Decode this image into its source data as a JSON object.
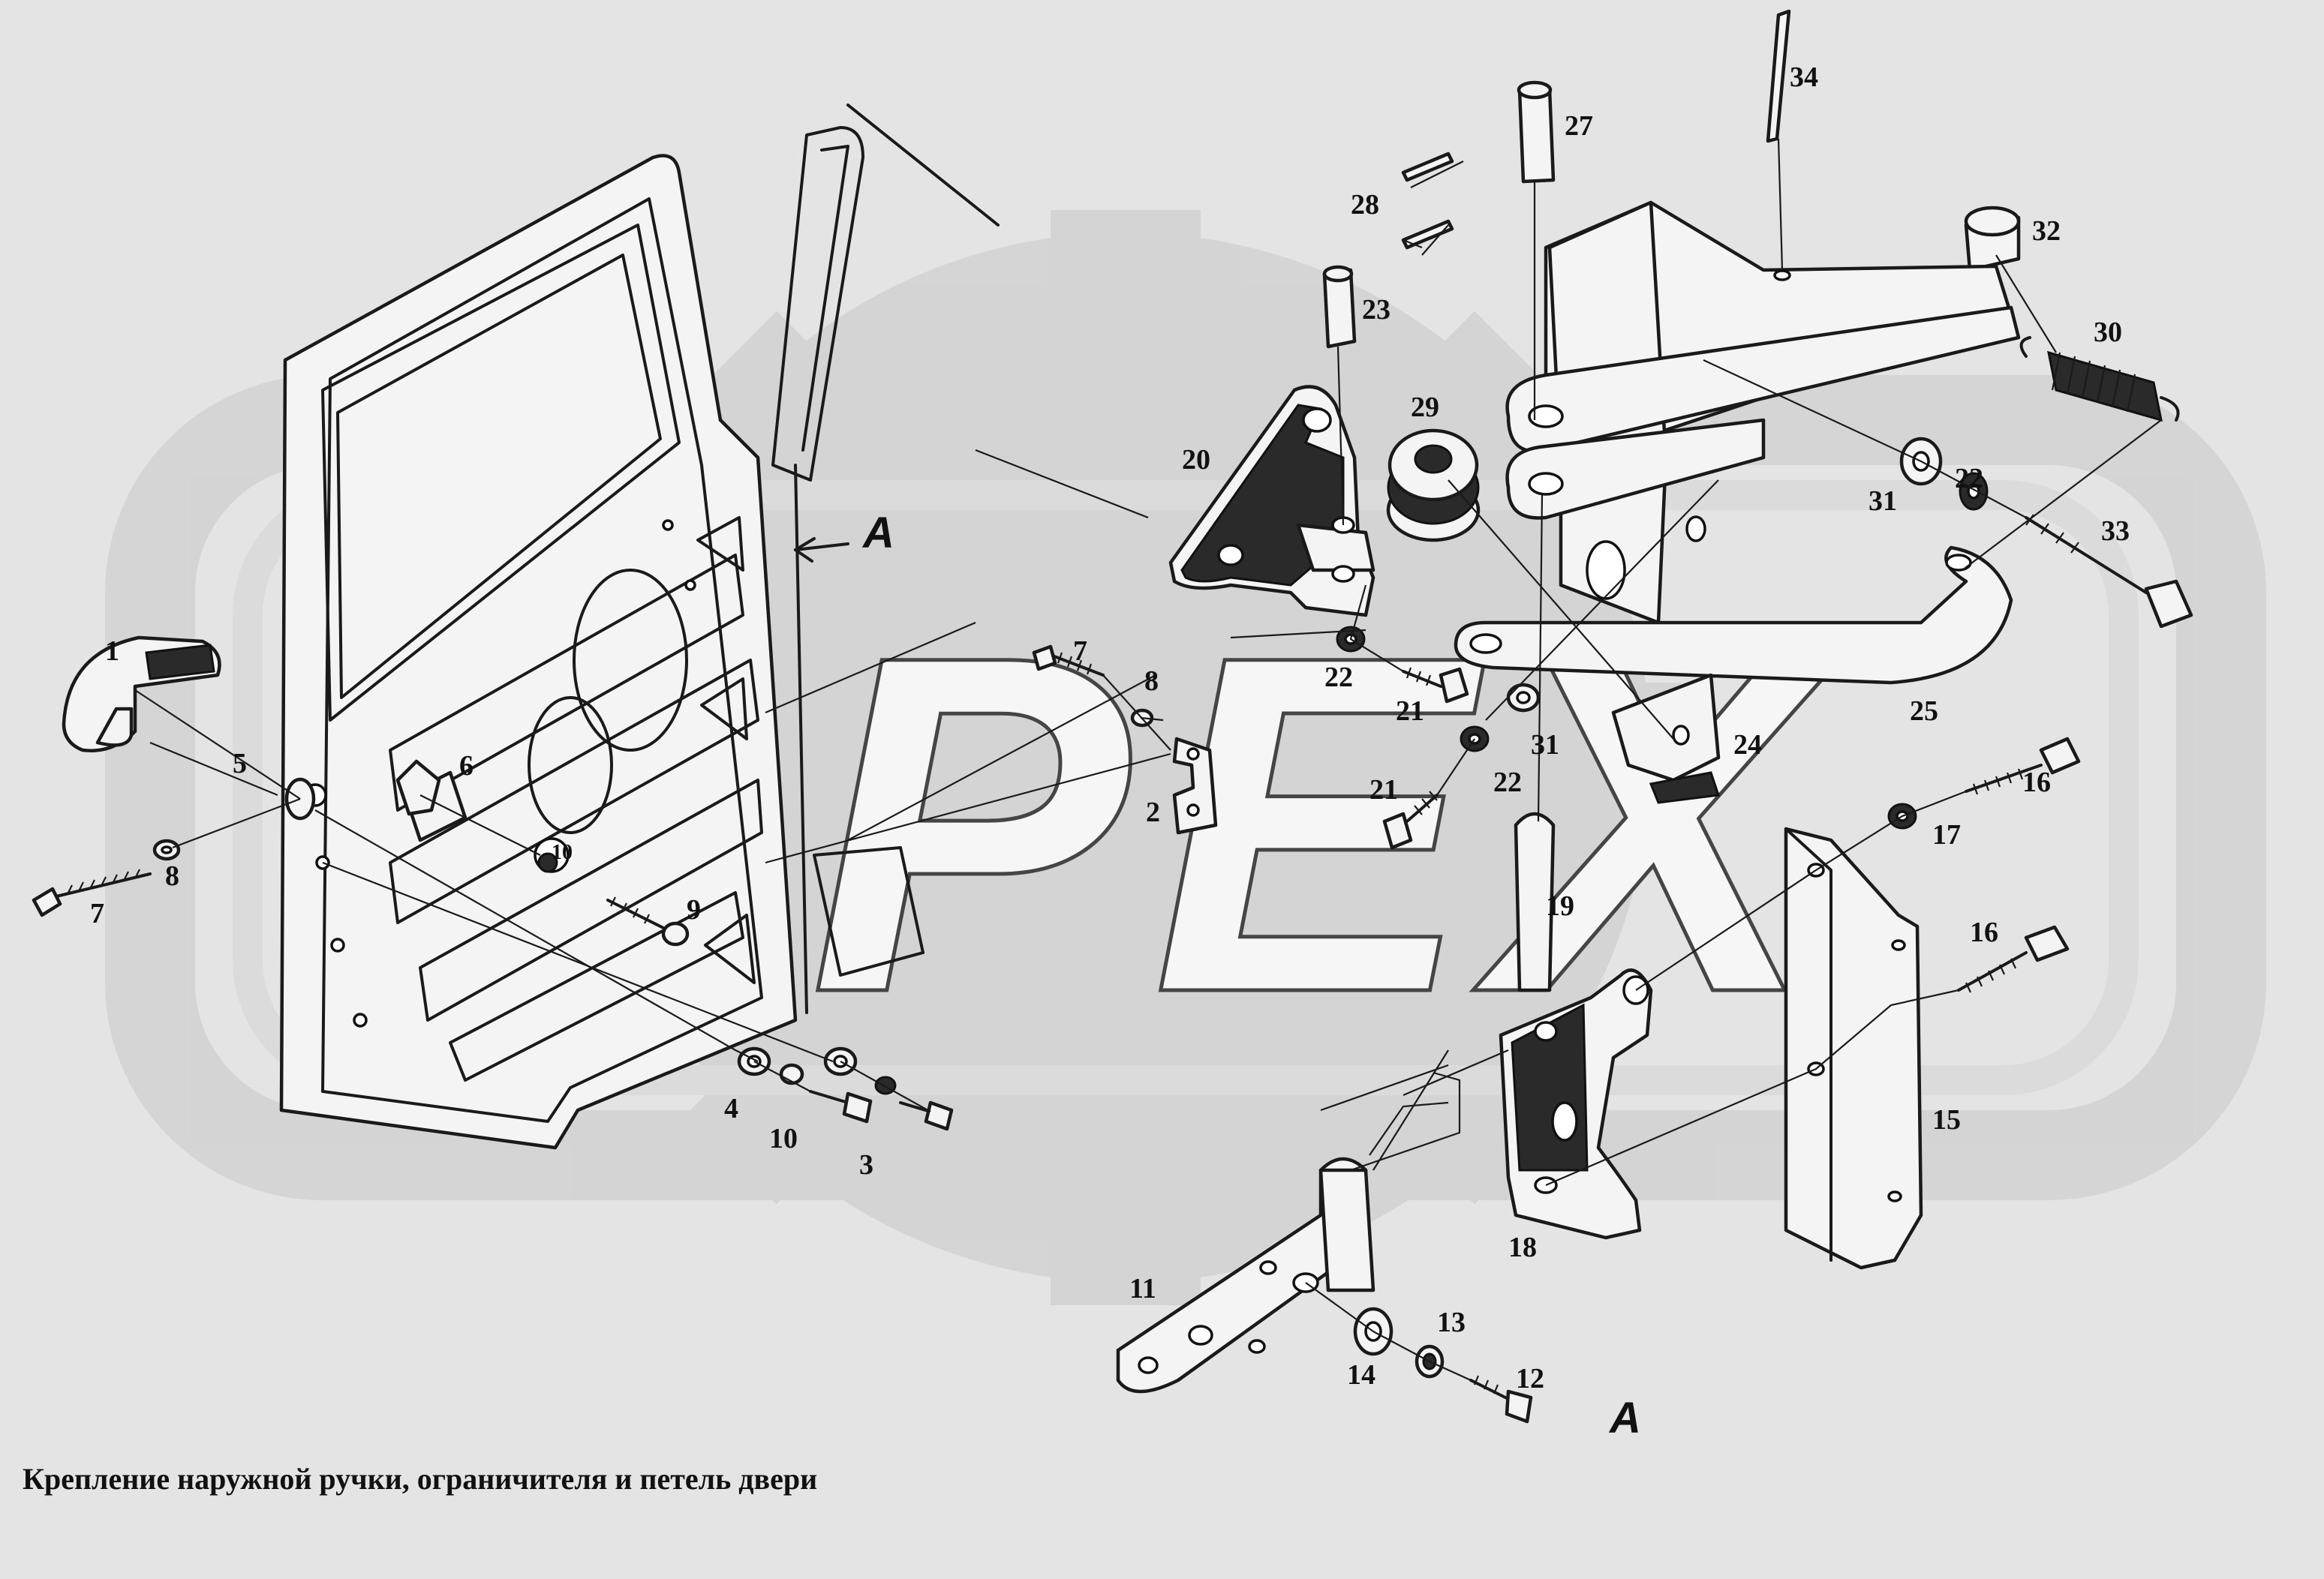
{
  "caption": "Крепление наружной ручки, ограничителя и петель двери",
  "watermark": "OPEX",
  "view_marker": "A",
  "part_numbers": [
    "1",
    "2",
    "3",
    "4",
    "5",
    "6",
    "7",
    "8",
    "9",
    "10",
    "11",
    "12",
    "13",
    "14",
    "15",
    "16",
    "17",
    "18",
    "19",
    "20",
    "21",
    "22",
    "23",
    "24",
    "25",
    "27",
    "28",
    "29",
    "30",
    "31",
    "32",
    "33",
    "34"
  ],
  "colors": {
    "background": "#e4e4e4",
    "line": "#1a1a1a",
    "watermark": "#ffffff"
  }
}
